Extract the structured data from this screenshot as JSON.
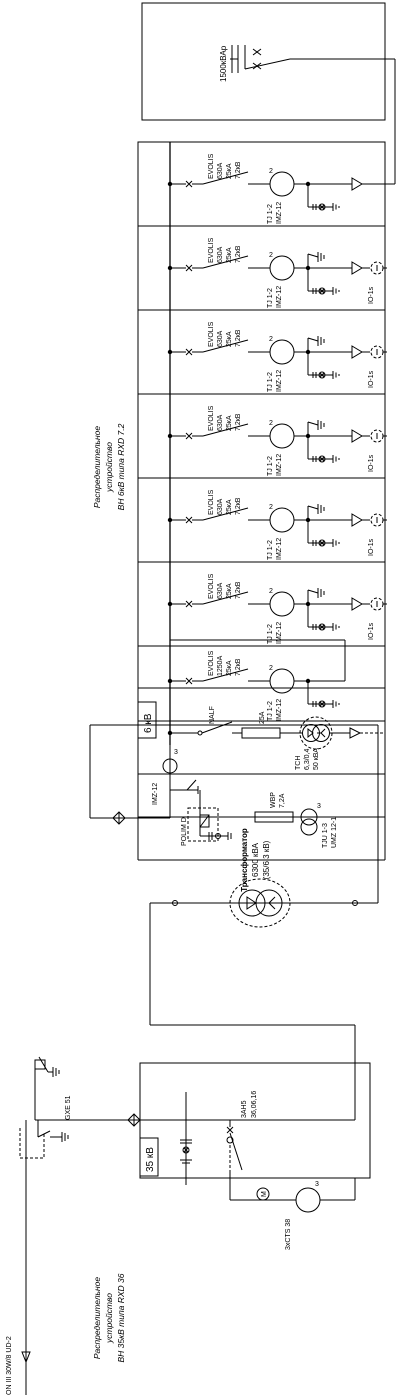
{
  "capacitor": {
    "label": "1500кВАр"
  },
  "rxd72": {
    "title_line1": "Распределительное",
    "title_line2": "устройство",
    "title_line3": "ВН  6кВ  типа  RXD 7.2"
  },
  "feeders": [
    {
      "breaker_l1": "EVOLIS",
      "breaker_l2": "630А",
      "breaker_l3": "25кА",
      "breaker_l4": "7.2кВ",
      "ct_l1": "TJ 1-2",
      "ct_l2": "IMZ-12",
      "ct_ratio": "2",
      "earth_ct": ""
    },
    {
      "breaker_l1": "EVOLIS",
      "breaker_l2": "630А",
      "breaker_l3": "25кА",
      "breaker_l4": "7.2кВ",
      "ct_l1": "TJ 1-2",
      "ct_l2": "IMZ-12",
      "ct_ratio": "2",
      "earth_ct": "IO-1s"
    },
    {
      "breaker_l1": "EVOLIS",
      "breaker_l2": "630А",
      "breaker_l3": "25кА",
      "breaker_l4": "7.2кВ",
      "ct_l1": "TJ 1-2",
      "ct_l2": "IMZ-12",
      "ct_ratio": "2",
      "earth_ct": "IO-1s"
    },
    {
      "breaker_l1": "EVOLIS",
      "breaker_l2": "630А",
      "breaker_l3": "25кА",
      "breaker_l4": "7.2кВ",
      "ct_l1": "TJ 1-2",
      "ct_l2": "IMZ-12",
      "ct_ratio": "2",
      "earth_ct": "IO-1s"
    },
    {
      "breaker_l1": "EVOLIS",
      "breaker_l2": "630А",
      "breaker_l3": "25кА",
      "breaker_l4": "7.2кВ",
      "ct_l1": "TJ 1-2",
      "ct_l2": "IMZ-12",
      "ct_ratio": "2",
      "earth_ct": "IO-1s"
    },
    {
      "breaker_l1": "EVOLIS",
      "breaker_l2": "630А",
      "breaker_l3": "25кА",
      "breaker_l4": "7.2кВ",
      "ct_l1": "TJ 1-2",
      "ct_l2": "IMZ-12",
      "ct_ratio": "2",
      "earth_ct": "IO-1s"
    }
  ],
  "incomer6": {
    "breaker_l1": "EVOLIS",
    "breaker_l2": "1250А",
    "breaker_l3": "25кА",
    "breaker_l4": "7.2кВ",
    "ct_l1": "TJ 1-2",
    "ct_l2": "IMZ-12",
    "ct_ratio": "2",
    "voltage_tag": "6 кВ"
  },
  "aux": {
    "switch_label": "NALF",
    "fuse_label": "25А",
    "tsn_l1": "ТСН",
    "tsn_l2": "6,3/0,4",
    "tsn_l3": "50 кВА"
  },
  "vt6": {
    "ct_label": "IMZ-12",
    "ct_ratio": "3",
    "fuse_l1": "WBP",
    "fuse_l2": "7,2А",
    "vt_l1": "TJU 1-3",
    "vt_l2": "UMZ 12-1",
    "vt_ratio": "3",
    "arrester_label": "POLIM D"
  },
  "transformer": {
    "title": "Трансформатор",
    "rating": "6300 кВА",
    "ratio": "(35/6,3 кВ)"
  },
  "rxd36": {
    "title_line1": "Распределительное",
    "title_line2": "устройство",
    "title_line3": "ВН  35кВ  типа  RXD 36",
    "voltage_tag": "35 кВ",
    "switch_l1": "3АН5",
    "switch_l2": "36,06,16",
    "ct_label": "3xCTS 38",
    "ct_ratio": "3",
    "motor_label": "M"
  },
  "line_in": {
    "switch_label": "ON III 30W/8 UD-2",
    "arrester_label": "GXE 51"
  }
}
